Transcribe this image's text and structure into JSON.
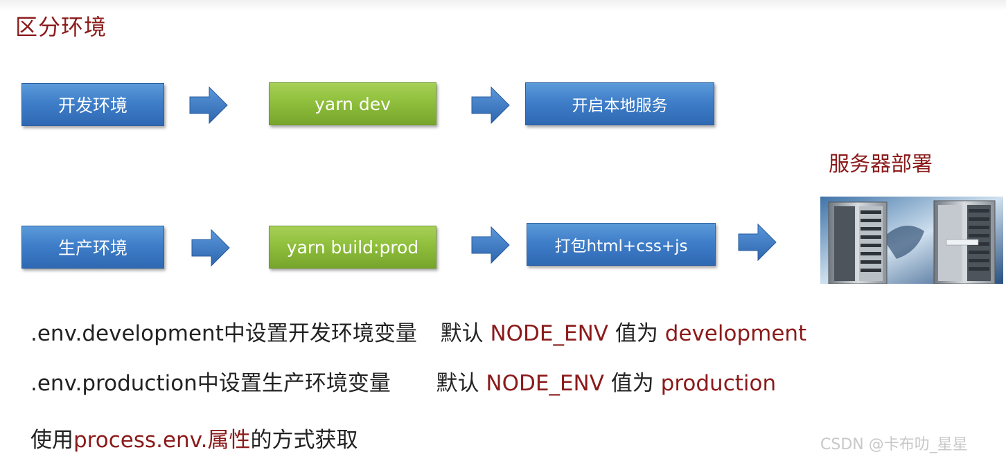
{
  "title": "区分环境",
  "row_dev": {
    "env": "开发环境",
    "command": "yarn dev",
    "result": "开启本地服务"
  },
  "row_prod": {
    "env": "生产环境",
    "command": "yarn build:prod",
    "result": "打包html+css+js"
  },
  "deploy_label": "服务器部署",
  "notes": {
    "dev": {
      "file": ".env.development",
      "desc": "中设置开发环境变量",
      "default_label": "默认",
      "var_name": "NODE_ENV",
      "value_label": "值为",
      "value": "development"
    },
    "prod": {
      "file": ".env.production",
      "desc": "中设置生产环境变量",
      "default_label": "默认",
      "var_name": "NODE_ENV",
      "value_label": "值为",
      "value": "production"
    },
    "usage": {
      "prefix": "使用",
      "highlight_a": "process.env.",
      "highlight_b": "属性",
      "suffix": "的方式获取"
    }
  },
  "watermark": "CSDN @卡布叻_星星",
  "colors": {
    "title_red": "#8b1a1a",
    "box_blue": "#3f7ec9",
    "box_green": "#8fbf3c",
    "arrow_blue": "#3a78c2"
  },
  "icons": {
    "arrow": "right-arrow-icon",
    "server": "server-rack-image"
  }
}
